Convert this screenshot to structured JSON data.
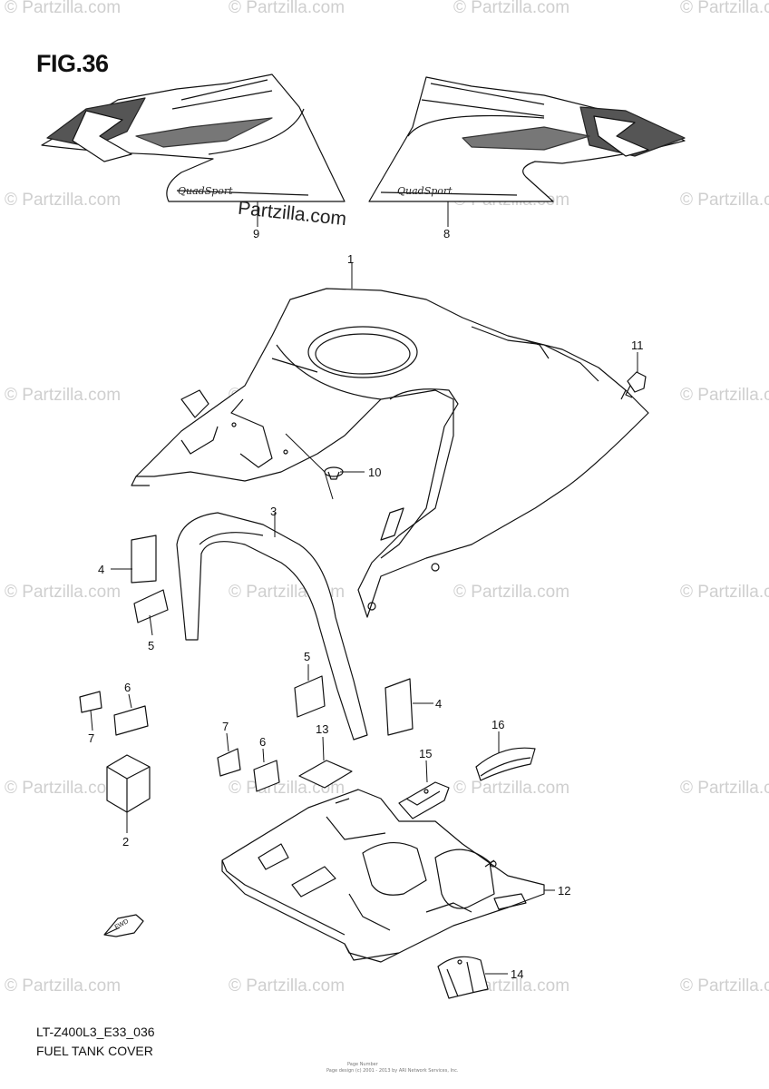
{
  "figure_label": "FIG.36",
  "model_code": "LT-Z400L3_E33_036",
  "section_title": "FUEL TANK COVER",
  "watermark_text": "© Partzilla.com",
  "center_watermark": "Partzilla.com",
  "decal_text_left": "QuadSport",
  "decal_text_right": "QuadSport",
  "fwd_label": "FWD",
  "footer_small_1": "Page Number",
  "footer_small_2": "Page design (c) 2001 - 2013 by ARI Network Services, Inc.",
  "callouts": {
    "c1": "1",
    "c2": "2",
    "c3": "3",
    "c4a": "4",
    "c4b": "4",
    "c5a": "5",
    "c5b": "5",
    "c6a": "6",
    "c6b": "6",
    "c7a": "7",
    "c7b": "7",
    "c8": "8",
    "c9": "9",
    "c10": "10",
    "c11": "11",
    "c12": "12",
    "c13": "13",
    "c14": "14",
    "c15": "15",
    "c16": "16"
  }
}
